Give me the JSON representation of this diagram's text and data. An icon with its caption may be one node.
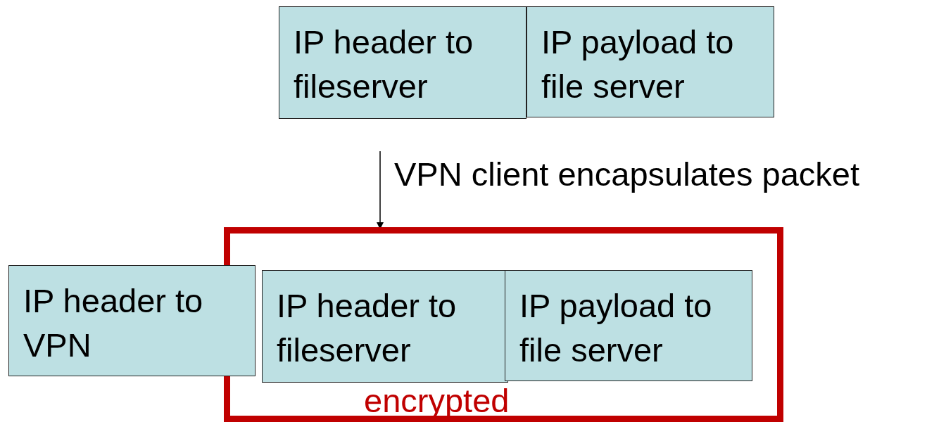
{
  "diagram": {
    "nodes": [
      {
        "text": [
          "IP header to fileserver"
        ]
      },
      {
        "text": [
          "IP payload to file server"
        ]
      },
      {
        "text": [
          "encrypted"
        ]
      },
      {
        "text": [
          "IP header to VPN"
        ]
      },
      {
        "text": [
          "IP header to fileserver"
        ],
        "in": 2
      },
      {
        "text": [
          "IP payload to file server"
        ],
        "in": 2
      }
    ],
    "edges": [
      {
        "from": null,
        "to": 2,
        "arrow": "to",
        "label": "VPN client encapsulates packet"
      }
    ]
  }
}
